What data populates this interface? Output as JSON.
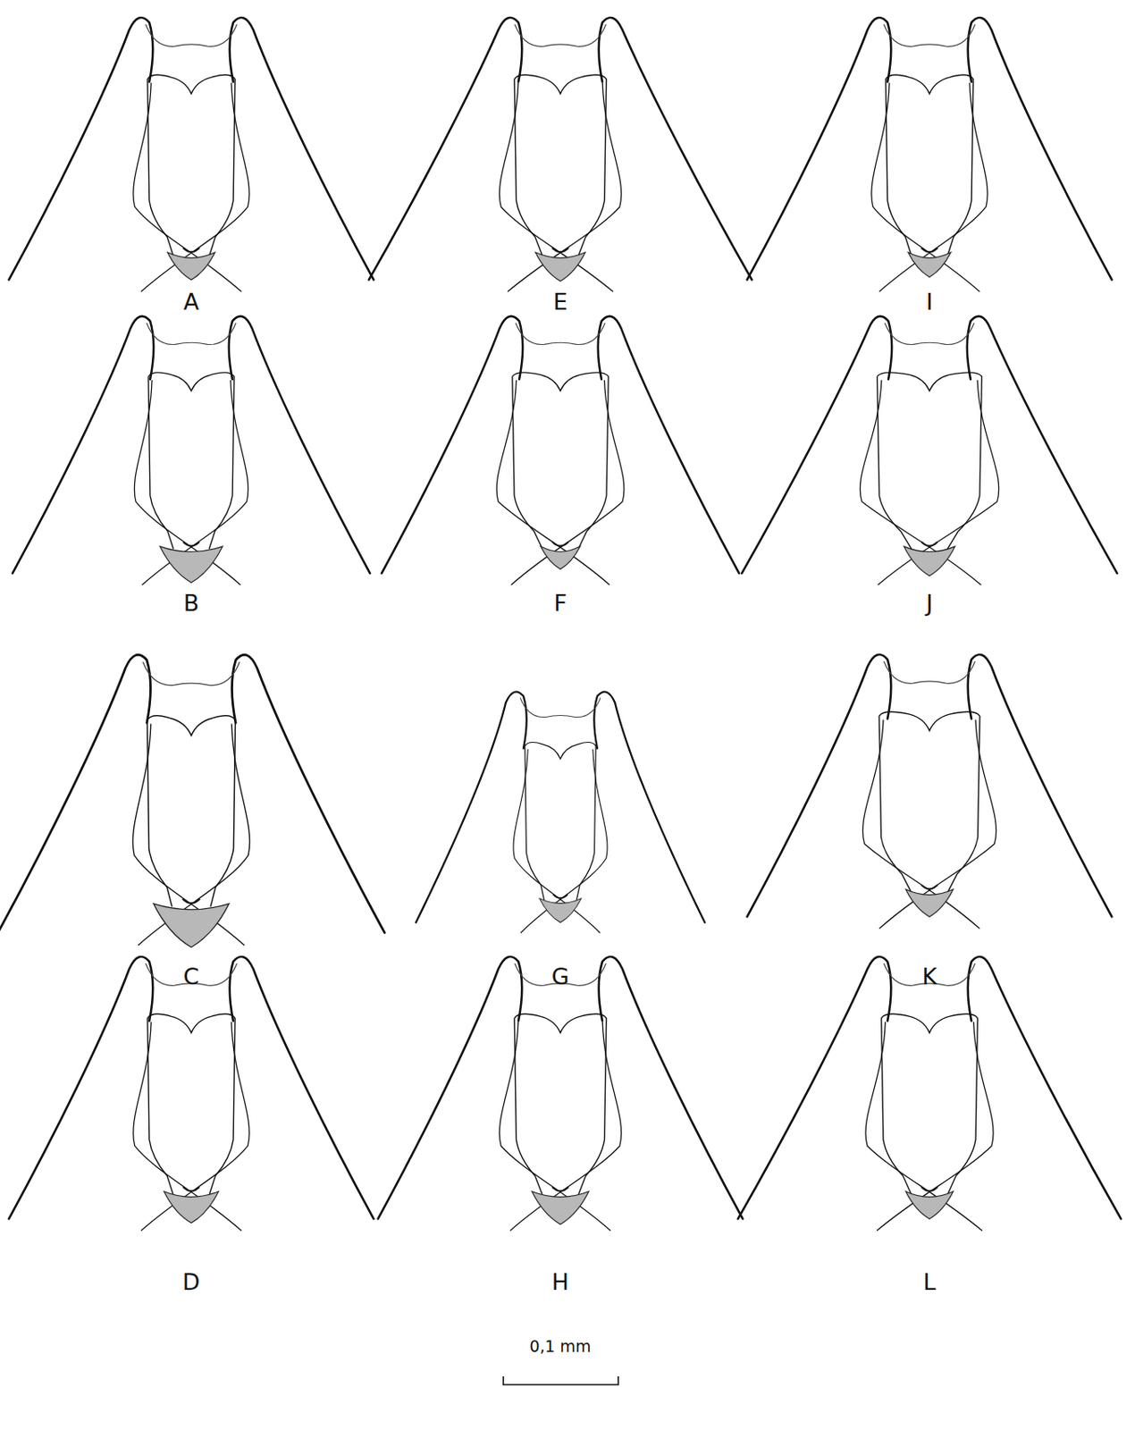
{
  "diagram": {
    "labels": [
      "A",
      "E",
      "I",
      "B",
      "F",
      "J",
      "C",
      "G",
      "K",
      "D",
      "H",
      "L",
      "0,1 mm"
    ]
  }
}
